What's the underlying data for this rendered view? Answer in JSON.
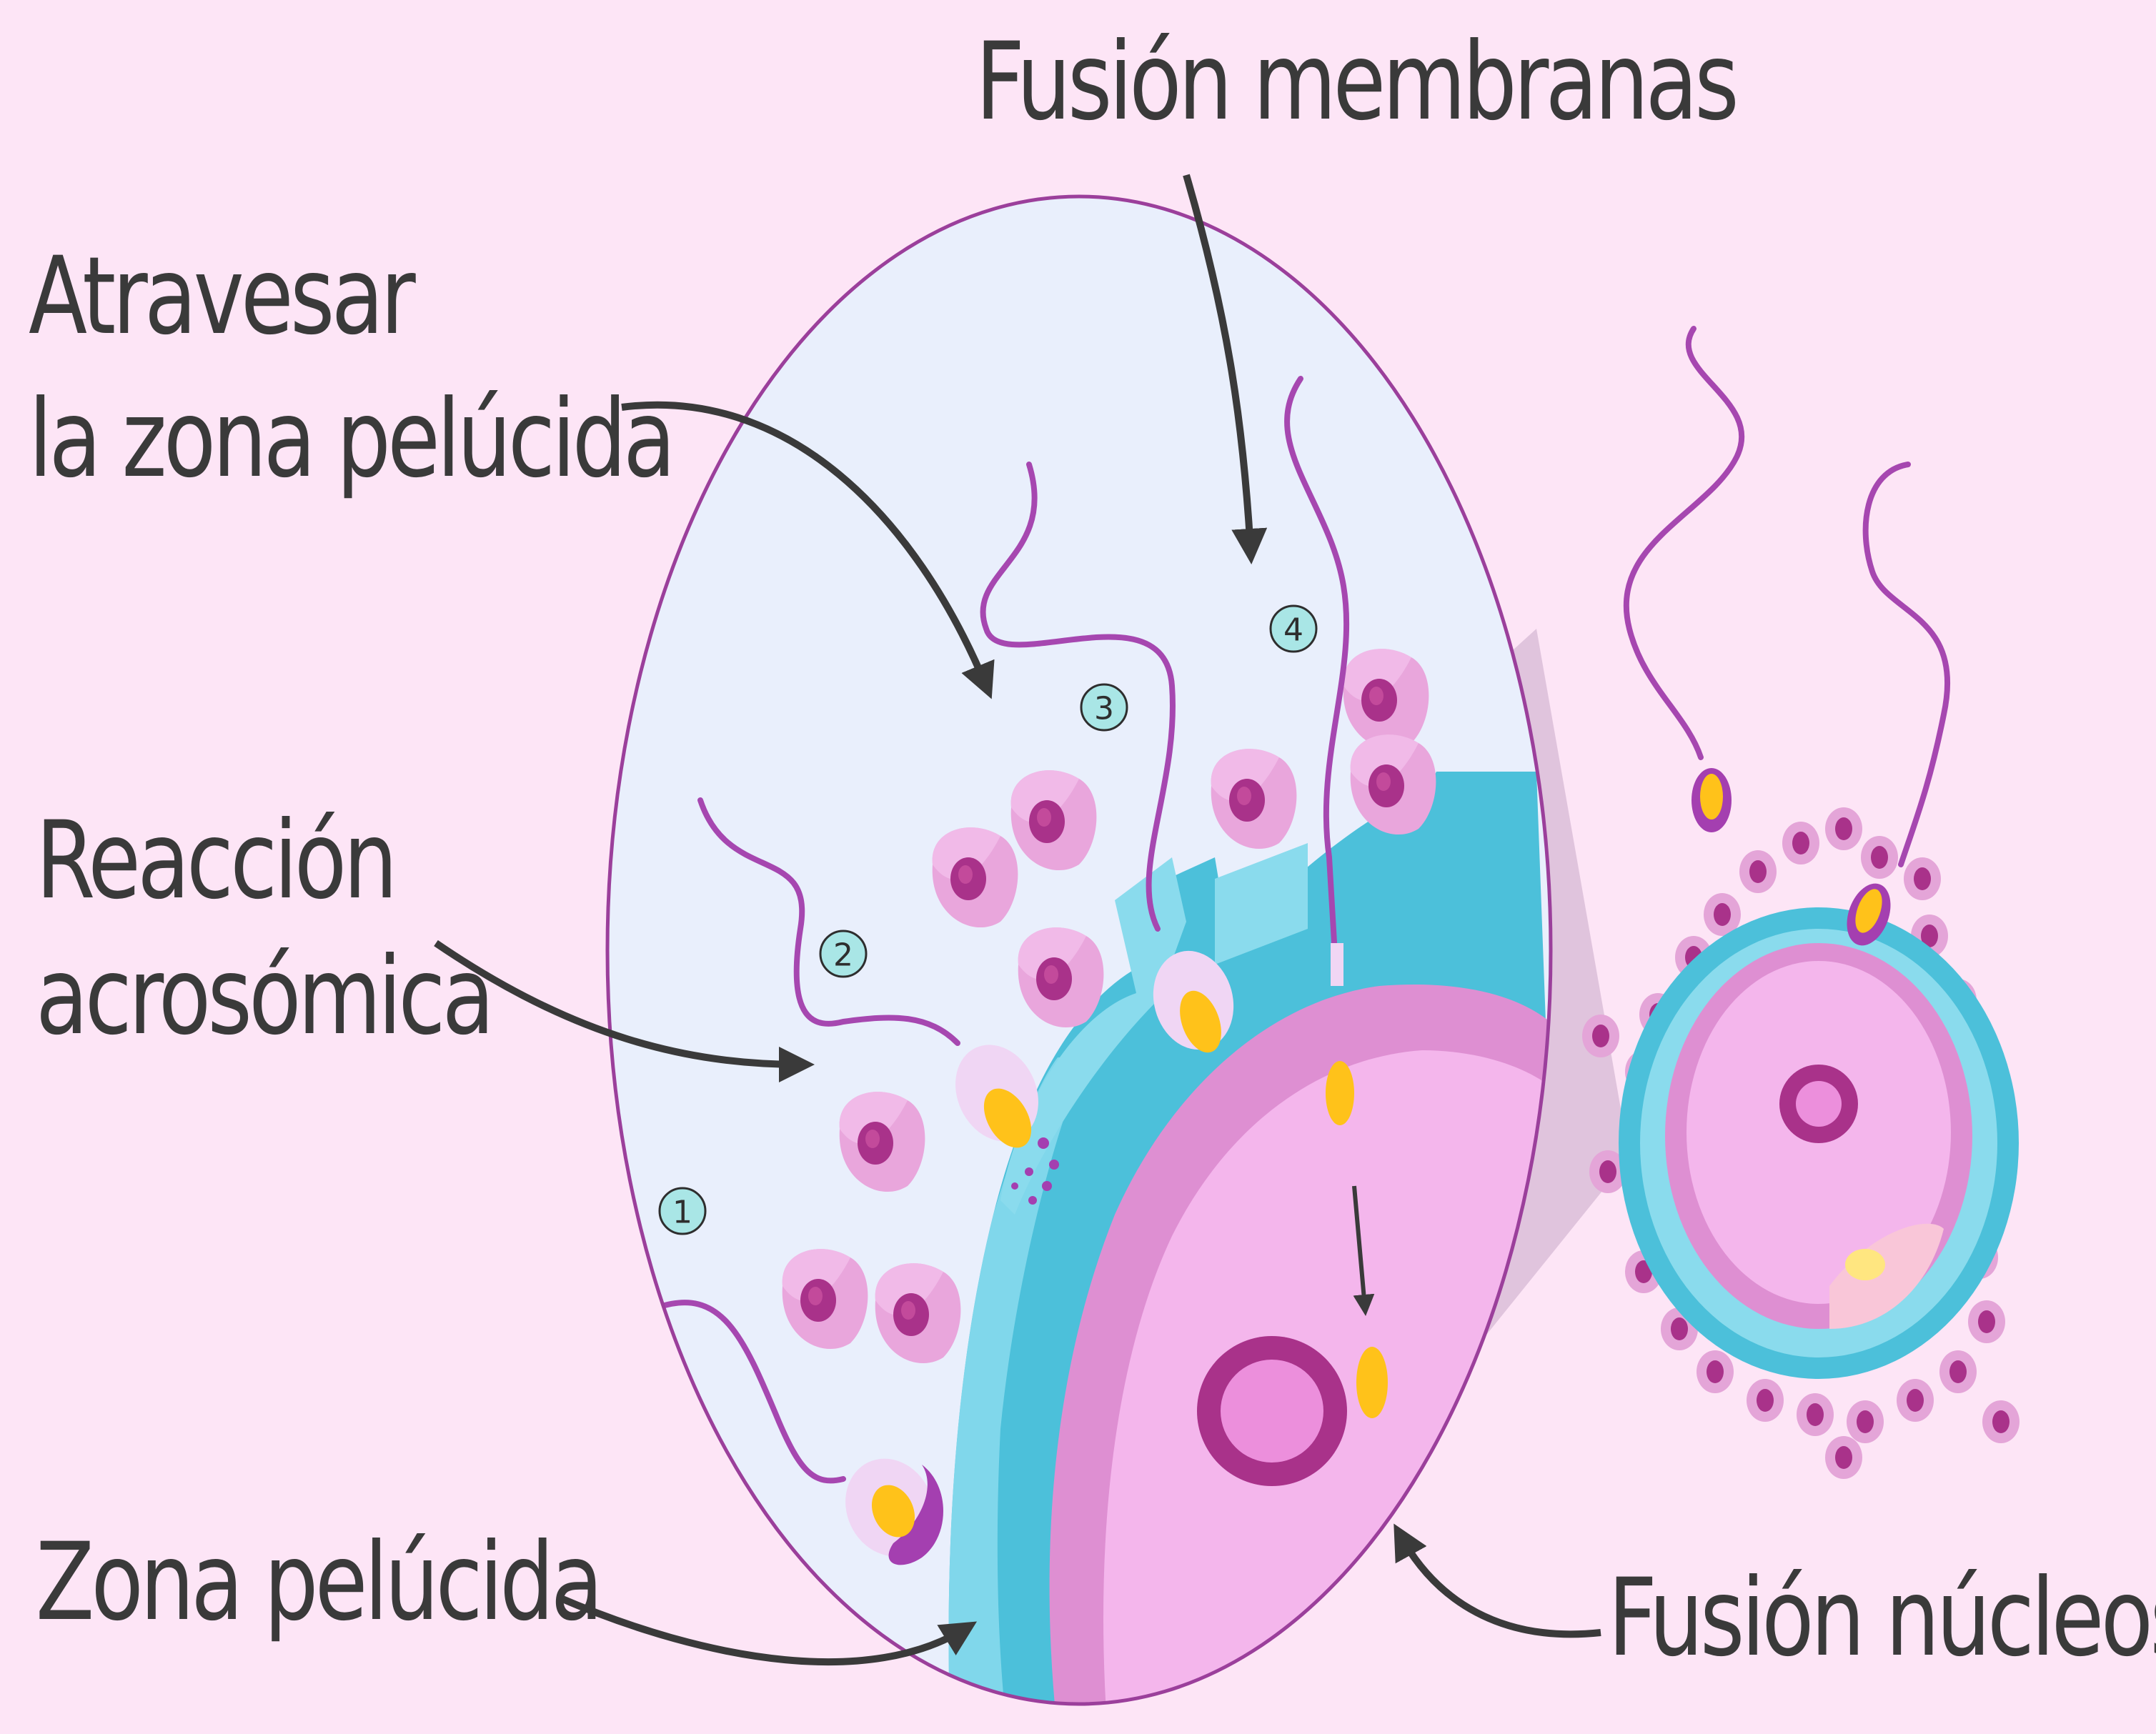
{
  "labels": {
    "fusion_membranas": "Fusión membranas",
    "atravesar_1": "Atravesar",
    "atravesar_2": "la zona pelúcida",
    "reaccion_1": "Reacción",
    "reaccion_2": "acrosómica",
    "zona_pelucida": "Zona pelúcida",
    "fusion_nucleos": "Fusión núcleos"
  },
  "steps": [
    "1",
    "2",
    "3",
    "4"
  ],
  "colors": {
    "background": "#fde5f6",
    "zoom_circle_fill": "#e9effc",
    "zoom_circle_border": "#9b3f9b",
    "zona_pelucida": "#4cc0da",
    "zona_pelucida_light": "#8adbed",
    "oocyte_cytoplasm": "#f1a6e4",
    "nucleus": "#a9328a",
    "corona_cell": "#e9a6dc",
    "sperm_tail": "#a647b0",
    "sperm_head_yellow": "#ffc21a",
    "arrows": "#3a3a3a"
  }
}
